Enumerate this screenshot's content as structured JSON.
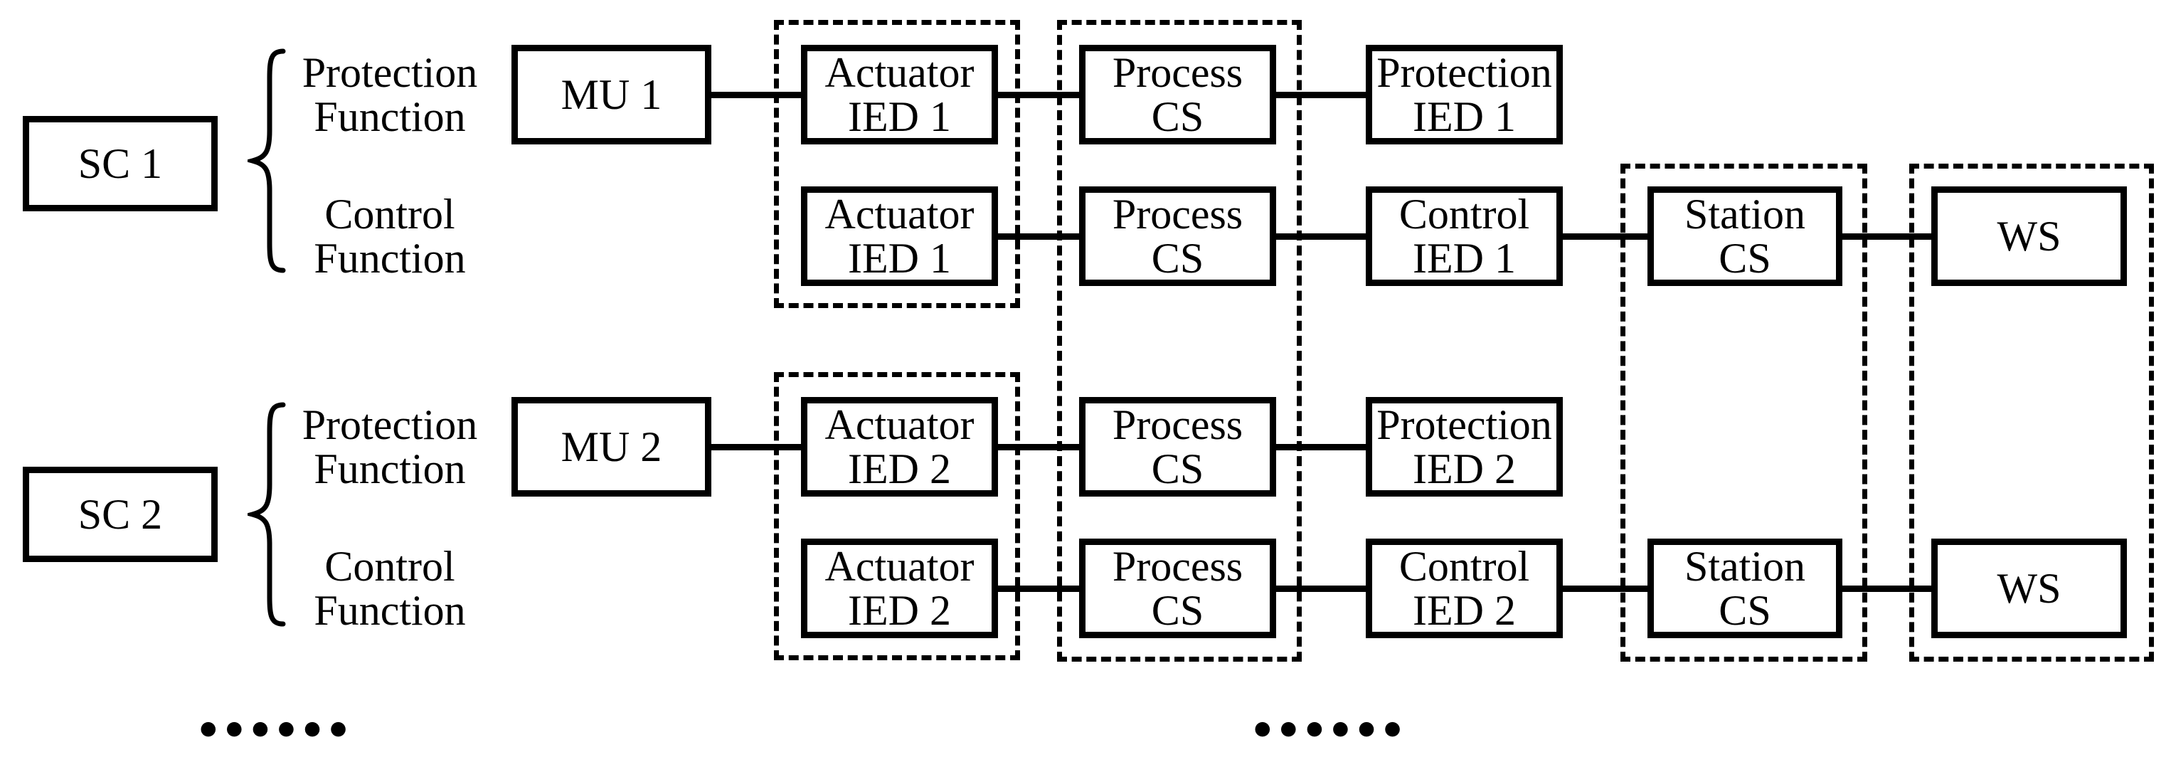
{
  "colors": {
    "ink": "#000000",
    "background": "#ffffff"
  },
  "nodes": {
    "sc1": {
      "label": "SC 1"
    },
    "sc2": {
      "label": "SC 2"
    },
    "mu1": {
      "label": "MU 1"
    },
    "mu2": {
      "label": "MU 2"
    },
    "actuator_ied1_protection": {
      "line1": "Actuator",
      "line2": "IED 1"
    },
    "actuator_ied1_control": {
      "line1": "Actuator",
      "line2": "IED 1"
    },
    "actuator_ied2_protection": {
      "line1": "Actuator",
      "line2": "IED 2"
    },
    "actuator_ied2_control": {
      "line1": "Actuator",
      "line2": "IED 2"
    },
    "process_cs_row1": {
      "line1": "Process",
      "line2": "CS"
    },
    "process_cs_row2": {
      "line1": "Process",
      "line2": "CS"
    },
    "process_cs_row3": {
      "line1": "Process",
      "line2": "CS"
    },
    "process_cs_row4": {
      "line1": "Process",
      "line2": "CS"
    },
    "protection_ied1": {
      "line1": "Protection",
      "line2": "IED 1"
    },
    "control_ied1": {
      "line1": "Control",
      "line2": "IED 1"
    },
    "protection_ied2": {
      "line1": "Protection",
      "line2": "IED 2"
    },
    "control_ied2": {
      "line1": "Control",
      "line2": "IED 2"
    },
    "station_cs_1": {
      "line1": "Station",
      "line2": "CS"
    },
    "station_cs_2": {
      "line1": "Station",
      "line2": "CS"
    },
    "ws_1": {
      "label": "WS"
    },
    "ws_2": {
      "label": "WS"
    }
  },
  "function_labels": {
    "sc1_protection": {
      "line1": "Protection",
      "line2": "Function"
    },
    "sc1_control": {
      "line1": "Control",
      "line2": "Function"
    },
    "sc2_protection": {
      "line1": "Protection",
      "line2": "Function"
    },
    "sc2_control": {
      "line1": "Control",
      "line2": "Function"
    }
  },
  "ellipsis": {
    "left": "●●●●●●",
    "right": "●●●●●●"
  }
}
